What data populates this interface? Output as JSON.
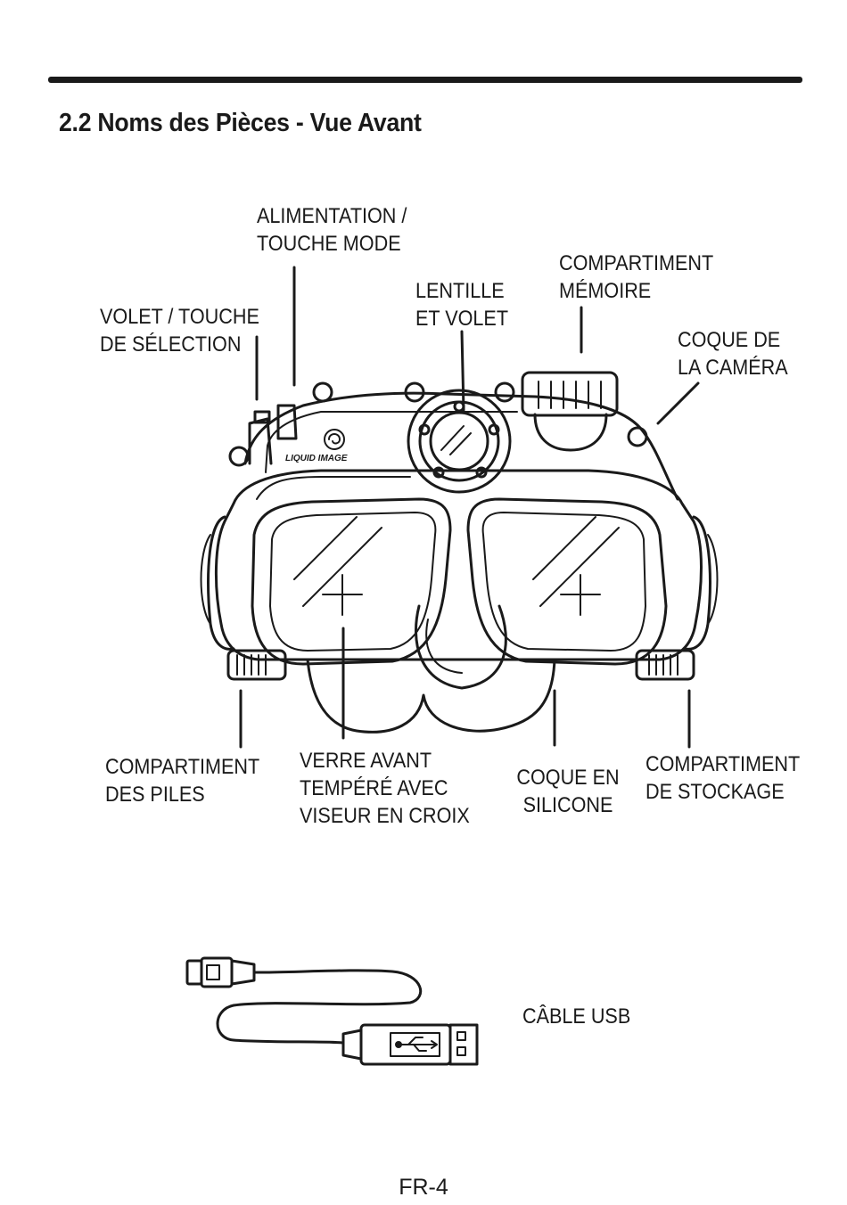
{
  "section": {
    "title": "2.2  Noms des Pièces - Vue Avant"
  },
  "brand": {
    "logo_text": "LIQUID IMAGE"
  },
  "labels": {
    "power_mode": "ALIMENTATION /\nTOUCHE MODE",
    "shutter_select": "VOLET / TOUCHE\nDE SÉLECTION",
    "lens_shutter": "LENTILLE\nET VOLET",
    "memory_compartment": "COMPARTIMENT\nMÉMOIRE",
    "camera_housing": "COQUE DE\nLA CAMÉRA",
    "battery_compartment": "COMPARTIMENT\nDES PILES",
    "front_glass": "VERRE AVANT\nTEMPÉRÉ AVEC\nVISEUR EN CROIX",
    "silicone_skirt": "COQUE EN\nSILICONE",
    "storage_compartment": "COMPARTIMENT\nDE STOCKAGE",
    "usb_cable": "CÂBLE USB"
  },
  "footer": {
    "page_number": "FR-4"
  }
}
